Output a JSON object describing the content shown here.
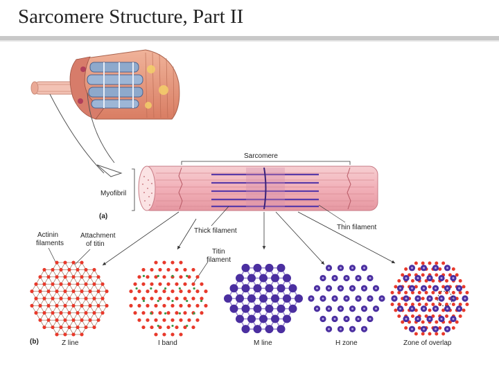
{
  "slide": {
    "title": "Sarcomere Structure, Part II"
  },
  "labels": {
    "sarcomere": "Sarcomere",
    "myofibril": "Myofibril",
    "panel_a": "(a)",
    "panel_b": "(b)",
    "thick_filament": "Thick filament",
    "thin_filament": "Thin filament",
    "actinin_filaments_1": "Actinin",
    "actinin_filaments_2": "filaments",
    "attachment_titin_1": "Attachment",
    "attachment_titin_2": "of titin",
    "titin_filament_1": "Titin",
    "titin_filament_2": "filament"
  },
  "cross_sections": [
    {
      "id": "z-line",
      "label": "Z line"
    },
    {
      "id": "i-band",
      "label": "I band"
    },
    {
      "id": "m-line",
      "label": "M line"
    },
    {
      "id": "h-zone",
      "label": "H zone"
    },
    {
      "id": "overlap",
      "label": "Zone of overlap"
    }
  ],
  "colors": {
    "thin_red": "#e8392b",
    "thick_purple": "#4b2fa0",
    "titin_green": "#3a9a4a",
    "myofibril_pink": "#f2b4ba",
    "muscle_salmon": "#e59a7e"
  }
}
